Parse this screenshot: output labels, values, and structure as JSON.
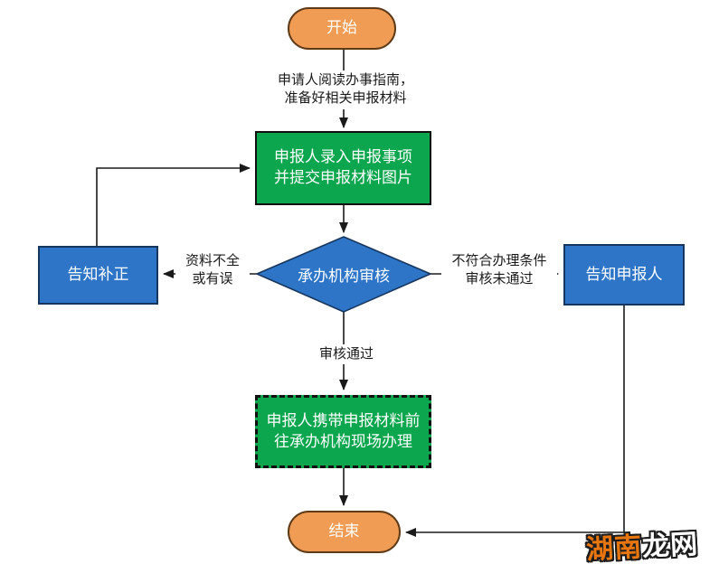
{
  "diagram": {
    "nodes": {
      "start": {
        "label": "开始"
      },
      "entry": {
        "label": "申报人录入申报事项\n并提交申报材料图片"
      },
      "review": {
        "label": "承办机构审核"
      },
      "notify_correction": {
        "label": "告知补正"
      },
      "notify_applicant": {
        "label": "告知申报人"
      },
      "onsite": {
        "label": "申报人携带申报材料前\n往承办机构现场办理"
      },
      "end": {
        "label": "结束"
      }
    },
    "edge_labels": {
      "prepare": "申请人阅读办事指南，\n准备好相关申报材料",
      "incomplete": "资料不全\n或有误",
      "rejected": "不符合办理条件\n审核未通过",
      "approved": "审核通过"
    },
    "colors": {
      "terminator_fill": "#F09C55",
      "terminator_border": "#5E3A17",
      "process_fill": "#0CA64F",
      "decision_fill": "#2E75C8",
      "info_fill": "#2E75C8",
      "box_border": "#17365D",
      "line": "#1A1A1A",
      "node_text": "#FFFFFF",
      "label_text": "#1A1A1A"
    },
    "watermark": {
      "part1": "湖南",
      "part2": "龙网",
      "part1_color": "#E8760E",
      "part2_color": "#FFFFFF"
    }
  }
}
